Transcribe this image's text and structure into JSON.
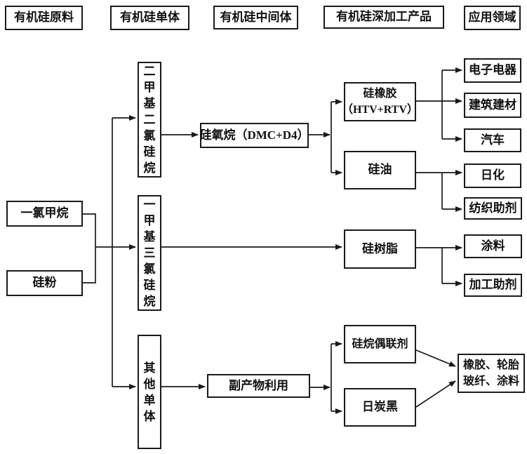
{
  "colors": {
    "line": "#1a1a1a",
    "background": "#ffffff",
    "text": "#111111"
  },
  "headers": {
    "raw": "有机硅原料",
    "monomer": "有机硅单体",
    "intermediate": "有机硅中间体",
    "processed": "有机硅深加工产品",
    "application": "应用领域"
  },
  "nodes": {
    "methyl_chloride": "一氯甲烷",
    "silicon_powder": "硅粉",
    "dimethyldichlorosilane": "二甲基二氯硅烷",
    "methyltrichlorosilane": "一甲基三氯硅烷",
    "other_monomers": "其他单体",
    "siloxane": "硅氧烷（DMC+D4）",
    "byproduct_use": "副产物利用",
    "silicone_rubber_line1": "硅橡胶",
    "silicone_rubber_line2": "（HTV+RTV）",
    "silicone_oil": "硅油",
    "silicone_resin": "硅树脂",
    "coupling_agent": "硅烷偶联剂",
    "carbon_black": "日炭黑",
    "electronics": "电子电器",
    "construction": "建筑建材",
    "automobile": "汽车",
    "daily_chemicals": "日化",
    "textile_auxiliaries": "纺织助剂",
    "coatings": "涂料",
    "processing_aids": "加工助剂",
    "final_apps_line1": "橡胶、轮胎",
    "final_apps_line2": "玻纤、涂料"
  }
}
